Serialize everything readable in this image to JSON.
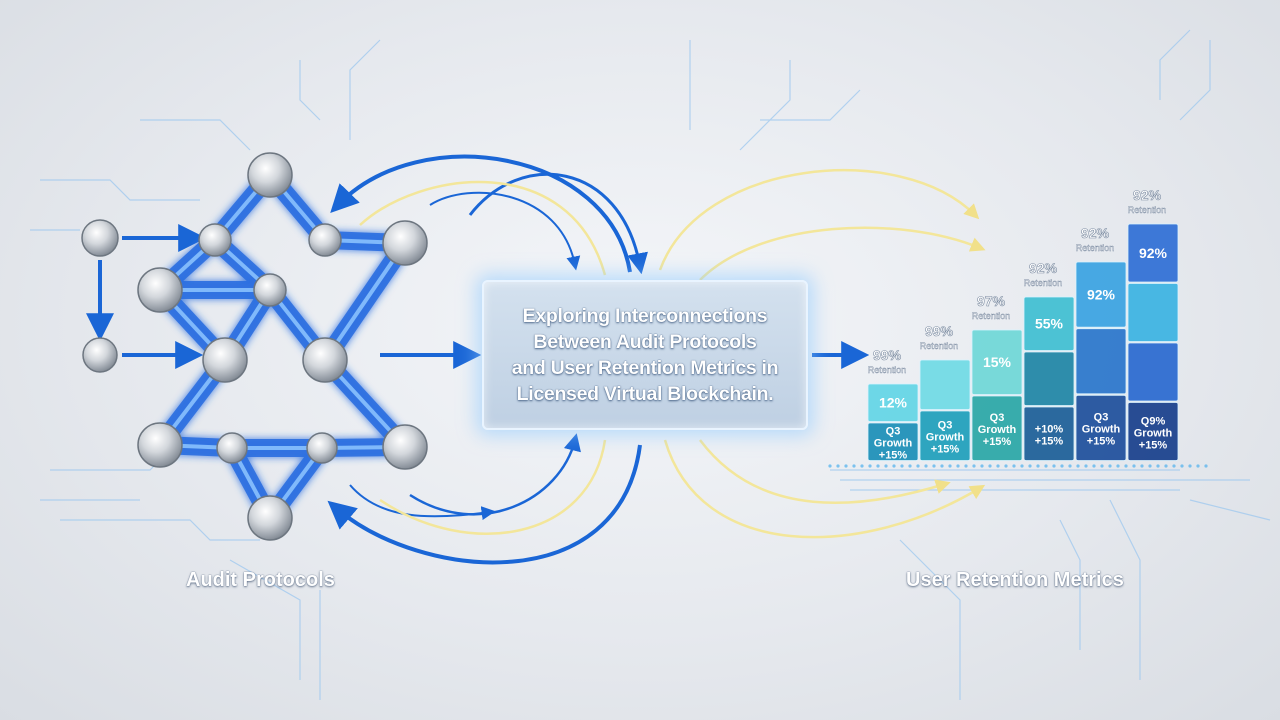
{
  "title": "Exploring Interconnections Between Audit Protocols and User Retention Metrics in Licensed Virtual Blockchain.",
  "title_lines": [
    "Exploring Interconnections",
    "Between Audit Protocols",
    "and User Retention Metrics in",
    "Licensed Virtual Blockchain."
  ],
  "labels": {
    "audit": "Audit Protocols",
    "retention": "User Retention Metrics"
  },
  "colors": {
    "network_blue": "#1e64d8",
    "arrow_blue": "#1a66d6",
    "arrow_yellow": "#f3e69a",
    "bar_teal": "#47c6d9",
    "bar_blue": "#2f6fd6",
    "bar_navy": "#183f8c"
  },
  "chart_data": {
    "type": "bar",
    "bars": [
      {
        "top_value": "99%",
        "top_caption": "Retention",
        "segments": [
          "12%",
          "Q3\nGrowth\n+15%"
        ]
      },
      {
        "top_value": "99%",
        "top_caption": "Retention",
        "segments": [
          "",
          "Q3\nGrowth\n+15%"
        ]
      },
      {
        "top_value": "97%",
        "top_caption": "Retention",
        "segments": [
          "15%",
          "Q3\nGrowth\n+15%"
        ]
      },
      {
        "top_value": "92%",
        "top_caption": "Retention",
        "segments": [
          "55%",
          "",
          "+10%\n+15%"
        ]
      },
      {
        "top_value": "92%",
        "top_caption": "Retention",
        "segments": [
          "92%",
          "",
          "Q3\nGrowth\n+15%"
        ]
      },
      {
        "top_value": "92%",
        "top_caption": "Retention",
        "segments": [
          "92%",
          "",
          "",
          "Q9%\nGrowth\n+15%"
        ]
      }
    ]
  }
}
